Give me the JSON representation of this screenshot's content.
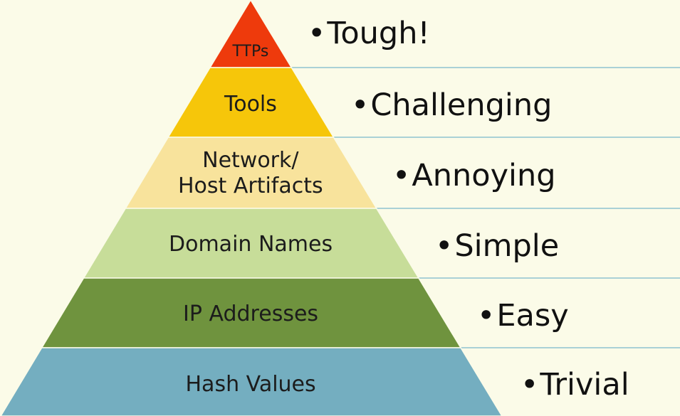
{
  "pyramid": {
    "levels": [
      {
        "label": "TTPs",
        "difficulty": "Tough!",
        "color": "#ee3a0c"
      },
      {
        "label": "Tools",
        "difficulty": "Challenging",
        "color": "#f6c60a"
      },
      {
        "label": "Network/\nHost Artifacts",
        "difficulty": "Annoying",
        "color": "#f8e39c"
      },
      {
        "label": "Domain Names",
        "difficulty": "Simple",
        "color": "#c7dd99"
      },
      {
        "label": "IP Addresses",
        "difficulty": "Easy",
        "color": "#6f933e"
      },
      {
        "label": "Hash Values",
        "difficulty": "Trivial",
        "color": "#74aec0"
      }
    ],
    "bullet": "•",
    "divider_color": "#8fc3cf"
  }
}
